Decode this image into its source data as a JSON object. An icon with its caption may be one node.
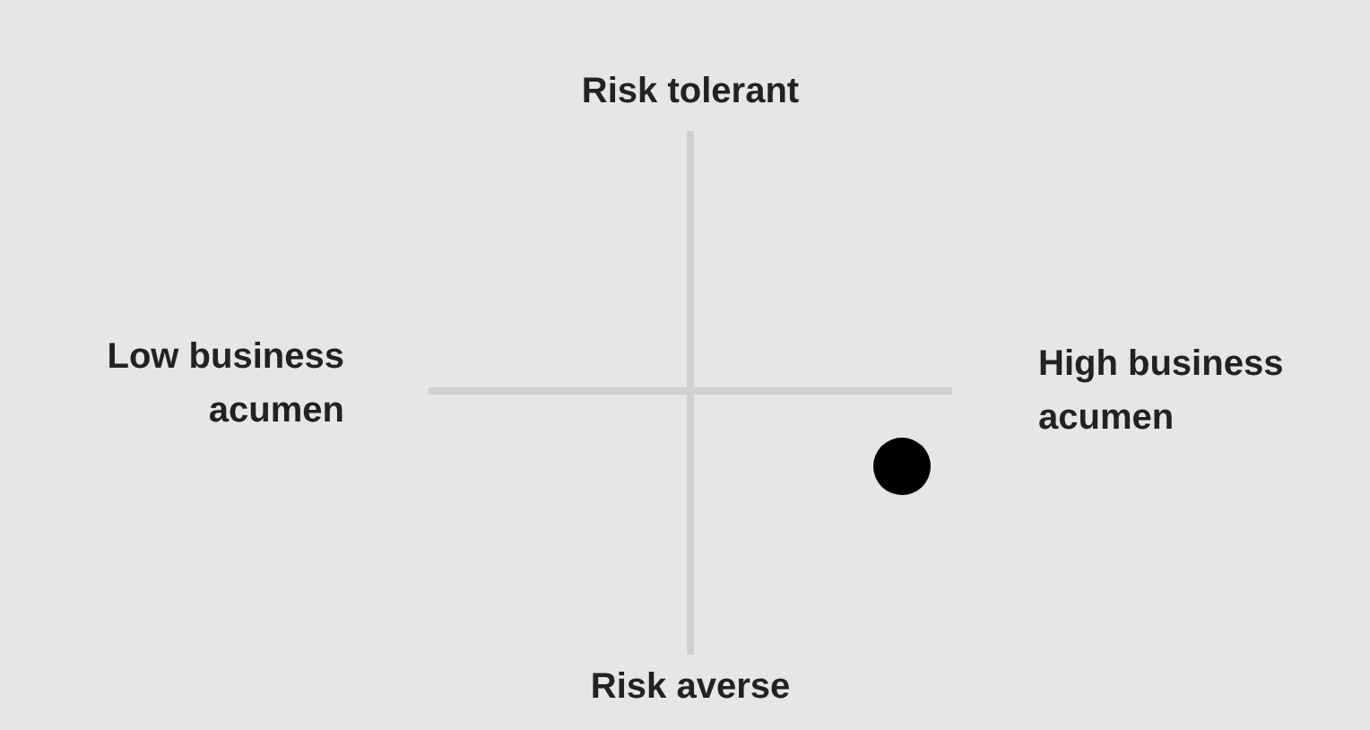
{
  "diagram": {
    "labels": [
      "Risk tolerant",
      "Low business acumen",
      "High business acumen",
      "Risk averse"
    ]
  }
}
